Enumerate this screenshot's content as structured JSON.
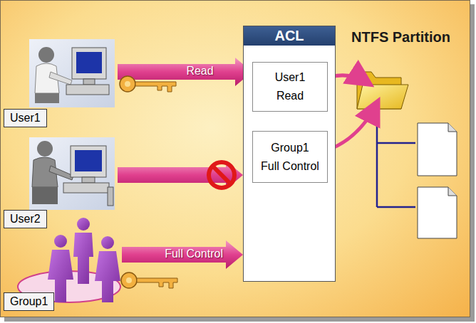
{
  "diagram": {
    "nodes": [
      {
        "text": [
          "User1"
        ]
      },
      {
        "text": [
          "User2"
        ]
      },
      {
        "text": [
          "Group1"
        ]
      },
      {
        "text": [
          "ACL"
        ]
      },
      {
        "text": [
          "User1",
          "Read"
        ],
        "in": 3
      },
      {
        "text": [
          "Group1",
          "Full Control"
        ],
        "in": 3
      }
    ],
    "edges": [
      {
        "from": 0,
        "to": 4,
        "arrow": "to",
        "label": "Read"
      },
      {
        "from": 1,
        "to": 3,
        "arrow": "to"
      },
      {
        "from": 2,
        "to": 3,
        "arrow": "to",
        "label": "Full Control"
      }
    ],
    "labels": [
      "NTFS Partition"
    ]
  }
}
